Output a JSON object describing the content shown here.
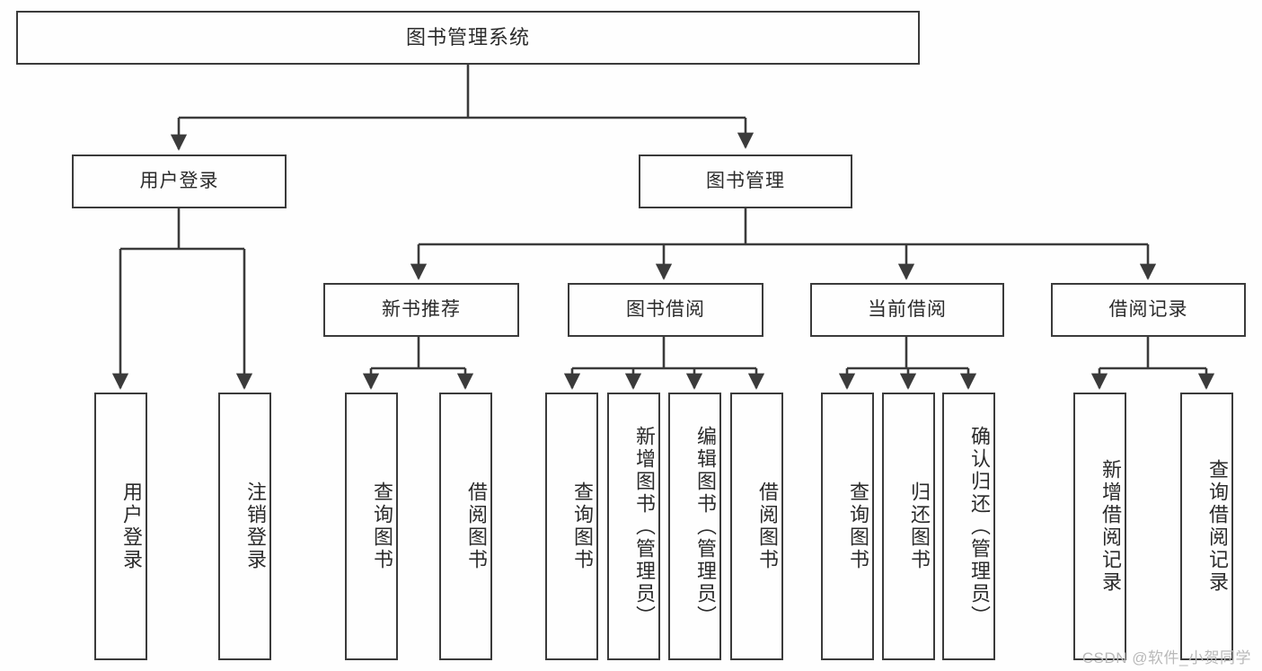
{
  "diagram": {
    "type": "hierarchy-tree",
    "title": "图书管理系统",
    "orientation": "top-down",
    "watermark": "CSDN @软件_小贺同学",
    "colors": {
      "stroke": "#3b3b3b",
      "fill": "#fefefe",
      "text": "#2b2b2b",
      "watermark": "#b9b9b9"
    },
    "nodes": {
      "root": {
        "label": "图书管理系统",
        "level": 1
      },
      "l2": [
        {
          "id": "user-login",
          "label": "用户登录",
          "level": 2
        },
        {
          "id": "book-manage",
          "label": "图书管理",
          "level": 2
        }
      ],
      "l3": [
        {
          "id": "new-book-rec",
          "label": "新书推荐",
          "level": 3,
          "parent": "book-manage"
        },
        {
          "id": "book-borrow",
          "label": "图书借阅",
          "level": 3,
          "parent": "book-manage"
        },
        {
          "id": "current-borrow",
          "label": "当前借阅",
          "level": 3,
          "parent": "book-manage"
        },
        {
          "id": "borrow-record",
          "label": "借阅记录",
          "level": 3,
          "parent": "book-manage"
        }
      ],
      "leaves": [
        {
          "id": "leaf-user-login",
          "label": "用户登录",
          "parent": "user-login"
        },
        {
          "id": "leaf-user-logout",
          "label": "注销登录",
          "parent": "user-login"
        },
        {
          "id": "leaf-query-book-1",
          "label": "查询图书",
          "parent": "new-book-rec"
        },
        {
          "id": "leaf-borrow-book-1",
          "label": "借阅图书",
          "parent": "new-book-rec"
        },
        {
          "id": "leaf-query-book-2",
          "label": "查询图书",
          "parent": "book-borrow"
        },
        {
          "id": "leaf-add-book",
          "label": "新增图书（管理员）",
          "parent": "book-borrow"
        },
        {
          "id": "leaf-edit-book",
          "label": "编辑图书（管理员）",
          "parent": "book-borrow"
        },
        {
          "id": "leaf-borrow-book-2",
          "label": "借阅图书",
          "parent": "book-borrow"
        },
        {
          "id": "leaf-query-book-3",
          "label": "查询图书",
          "parent": "current-borrow"
        },
        {
          "id": "leaf-return-book",
          "label": "归还图书",
          "parent": "current-borrow"
        },
        {
          "id": "leaf-confirm-return",
          "label": "确认归还（管理员）",
          "parent": "current-borrow"
        },
        {
          "id": "leaf-add-record",
          "label": "新增借阅记录",
          "parent": "borrow-record"
        },
        {
          "id": "leaf-query-record",
          "label": "查询借阅记录",
          "parent": "borrow-record"
        }
      ]
    }
  }
}
